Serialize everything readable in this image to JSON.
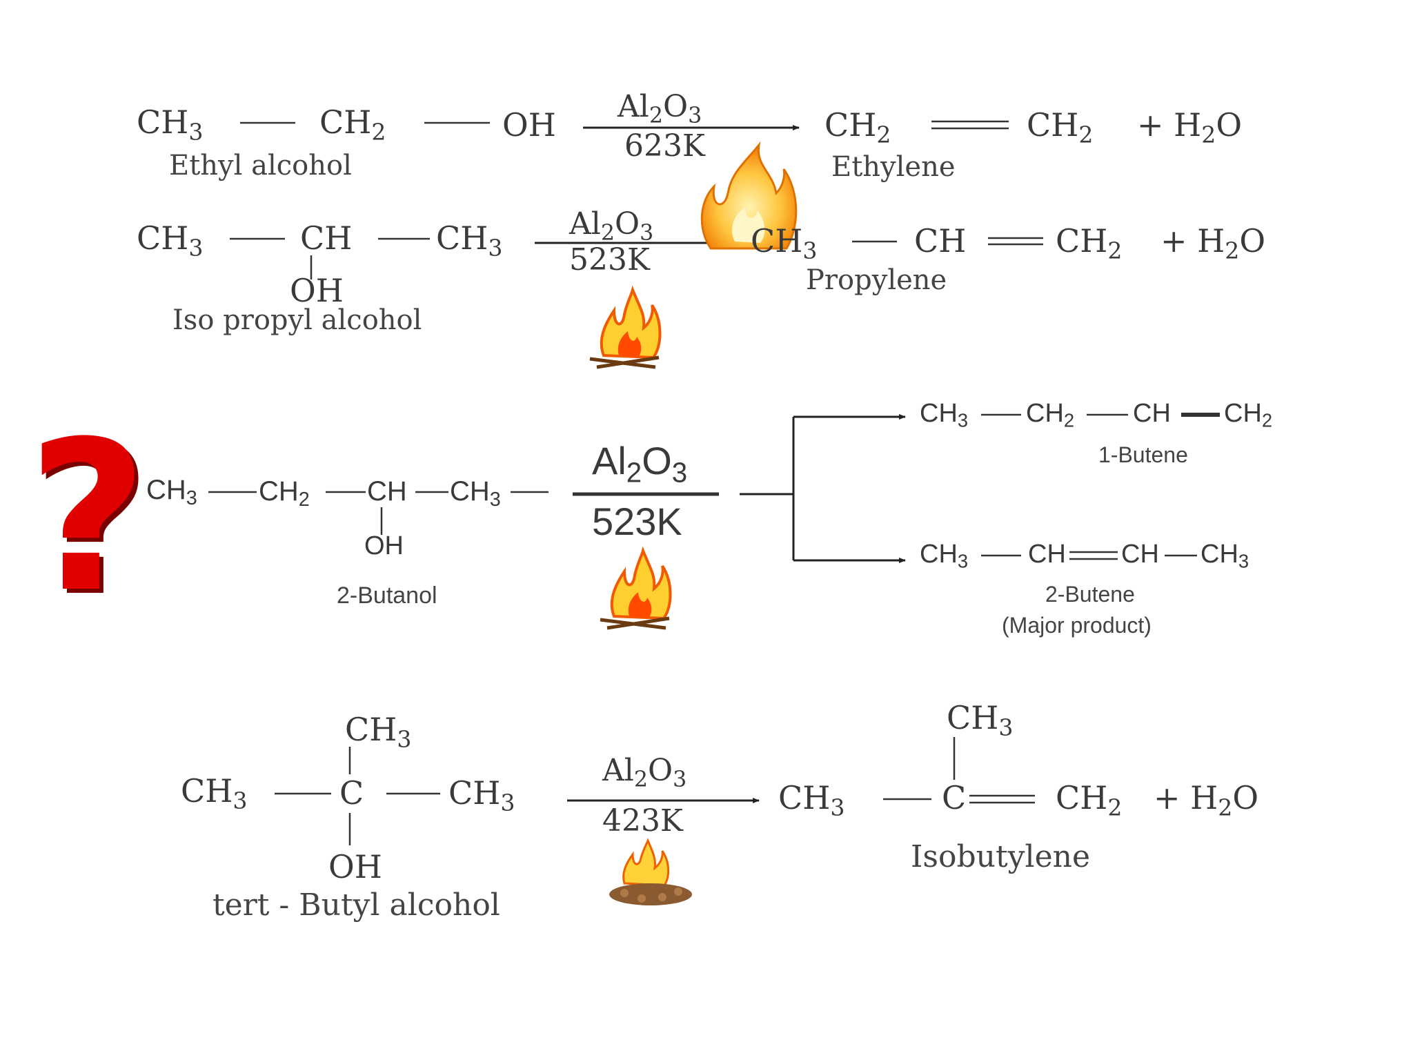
{
  "reactions": [
    {
      "reactant": {
        "c1": "CH3",
        "c2": "CH2",
        "c3": "OH"
      },
      "reactant_name": "Ethyl alcohol",
      "catalyst": "Al2O3",
      "temperature": "623K",
      "product": {
        "p1": "CH2",
        "p2": "CH2",
        "extra": "+ H2O"
      },
      "product_name": "Ethylene"
    },
    {
      "reactant": {
        "c1": "CH3",
        "c2": "CH",
        "c3": "CH3",
        "oh": "OH"
      },
      "reactant_name": "Iso propyl alcohol",
      "catalyst": "Al2O3",
      "temperature": "523K",
      "product": {
        "p1": "CH3",
        "p2": "CH",
        "p3": "CH2",
        "extra": "+ H2O"
      },
      "product_name": "Propylene"
    },
    {
      "reactant": {
        "c1": "CH3",
        "c2": "CH2",
        "c3": "CH",
        "c4": "CH3",
        "oh": "OH"
      },
      "reactant_name": "2-Butanol",
      "catalyst": "Al2O3",
      "temperature": "523K",
      "product_a": {
        "p1": "CH3",
        "p2": "CH2",
        "p3": "CH",
        "p4": "CH2"
      },
      "product_a_name": "1-Butene",
      "product_b": {
        "p1": "CH3",
        "p2": "CH",
        "p3": "CH",
        "p4": "CH3"
      },
      "product_b_name": "2-Butene",
      "product_b_note": "(Major product)"
    },
    {
      "reactant": {
        "top": "CH3",
        "left": "CH3",
        "center": "C",
        "right": "CH3",
        "oh": "OH"
      },
      "reactant_name": "tert - Butyl alcohol",
      "catalyst": "Al2O3",
      "temperature": "423K",
      "product": {
        "top": "CH3",
        "left": "CH3",
        "center": "C",
        "right": "CH2",
        "extra": "+ H2O"
      },
      "product_name": "Isobutylene"
    }
  ],
  "question_mark": "?",
  "colors": {
    "text": "#3a3a3a",
    "question": "#e00000",
    "flame_outer": "#f08a00",
    "flame_inner": "#ffd84a"
  }
}
